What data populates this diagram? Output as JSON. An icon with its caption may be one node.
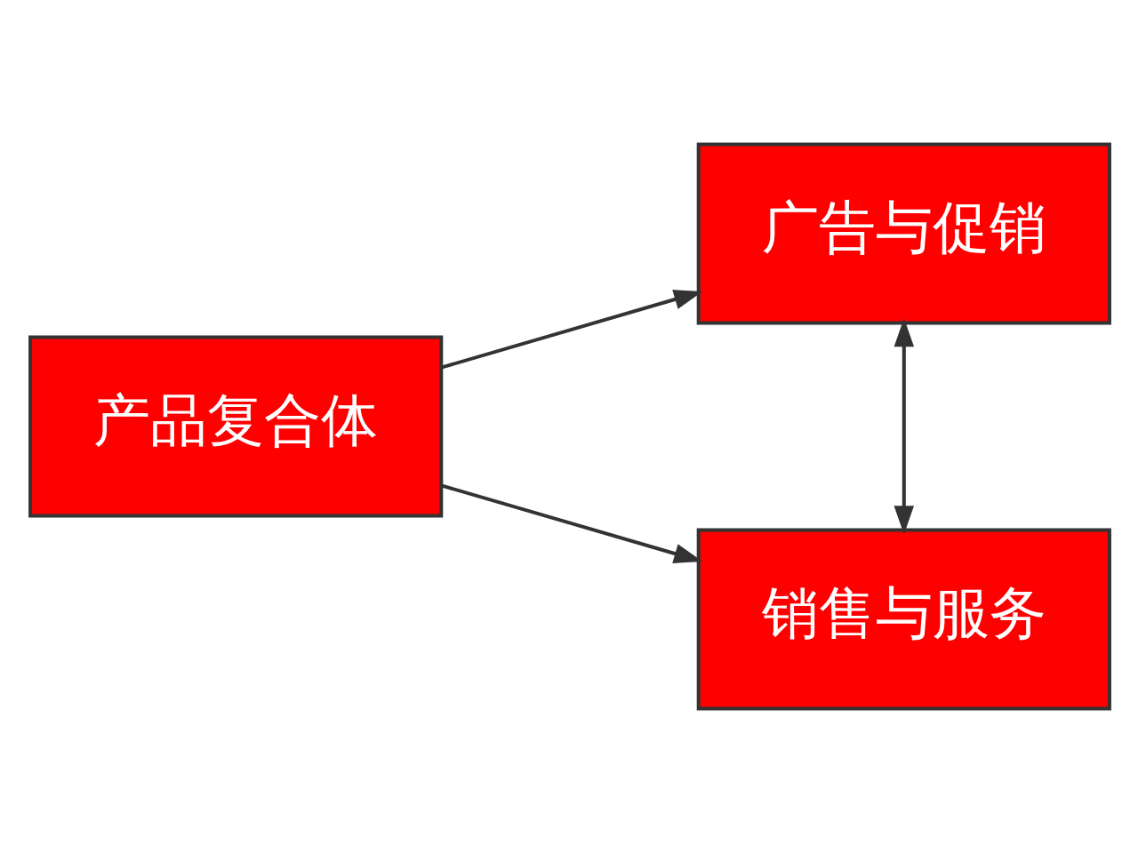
{
  "diagram": {
    "nodes": [
      {
        "text": [
          "产品复合体"
        ]
      },
      {
        "text": [
          "广告与促销"
        ]
      },
      {
        "text": [
          "销售与服务"
        ]
      }
    ],
    "edges": [
      {
        "from": 0,
        "to": 1,
        "arrow": "to"
      },
      {
        "from": 0,
        "to": 2,
        "arrow": "to"
      },
      {
        "from": 1,
        "to": 2,
        "arrow": "both"
      }
    ]
  }
}
